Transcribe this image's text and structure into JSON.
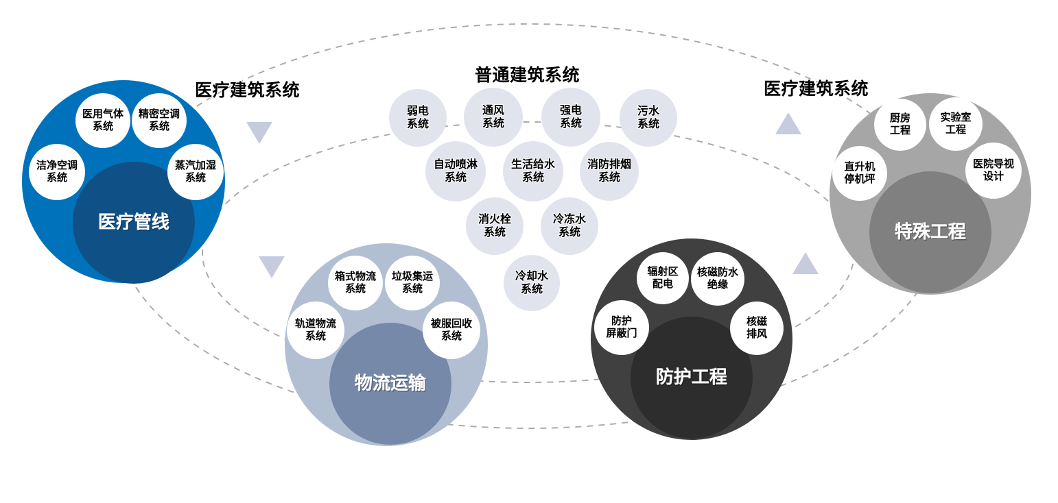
{
  "diagram": {
    "titles": [
      {
        "id": "left-title",
        "text": "医疗建筑系统"
      },
      {
        "id": "center-title",
        "text": "普通建筑系统"
      },
      {
        "id": "right-title",
        "text": "医疗建筑系统"
      }
    ],
    "watermark": "",
    "colors": {
      "medical_outer": "#0072BC",
      "medical_inner": "#0F5086",
      "logistics_outer": "#B2BFD3",
      "logistics_inner": "#7789A8",
      "protection_outer": "#404040",
      "protection_inner": "#2D2D2D",
      "special_outer": "#A6A6A6",
      "special_inner": "#808080",
      "center_bubble": "#E2E4ED",
      "arrow": "#C6CBDE",
      "dashed_line": "#ABABAB",
      "satellite": "#FFFFFF",
      "text_dark": "#000000",
      "text_light": "#FFFFFF"
    },
    "clusters": [
      {
        "id": "medical-pipeline",
        "core_label": "医疗管线",
        "satellites": [
          {
            "label": "医用气体\n系统"
          },
          {
            "label": "精密空调\n系统"
          },
          {
            "label": "洁净空调\n系统"
          },
          {
            "label": "蒸汽加湿\n系统"
          }
        ]
      },
      {
        "id": "logistics-transport",
        "core_label": "物流运输",
        "satellites": [
          {
            "label": "箱式物流\n系统"
          },
          {
            "label": "垃圾集运\n系统"
          },
          {
            "label": "轨道物流\n系统"
          },
          {
            "label": "被服回收\n系统"
          }
        ]
      },
      {
        "id": "protection-engineering",
        "core_label": "防护工程",
        "satellites": [
          {
            "label": "辐射区\n配电"
          },
          {
            "label": "核磁防水\n绝缘"
          },
          {
            "label": "防护\n屏蔽门"
          },
          {
            "label": "核磁\n排风"
          }
        ]
      },
      {
        "id": "special-engineering",
        "core_label": "特殊工程",
        "satellites": [
          {
            "label": "厨房\n工程"
          },
          {
            "label": "实验室\n工程"
          },
          {
            "label": "直升机\n停机坪"
          },
          {
            "label": "医院导视\n设计"
          }
        ]
      }
    ],
    "center_bubbles": [
      {
        "label": "弱电\n系统"
      },
      {
        "label": "通风\n系统"
      },
      {
        "label": "强电\n系统"
      },
      {
        "label": "污水\n系统"
      },
      {
        "label": "自动喷淋\n系统"
      },
      {
        "label": "生活给水\n系统"
      },
      {
        "label": "消防排烟\n系统"
      },
      {
        "label": "消火栓\n系统"
      },
      {
        "label": "冷冻水\n系统"
      },
      {
        "label": "冷却水\n系统"
      }
    ]
  }
}
